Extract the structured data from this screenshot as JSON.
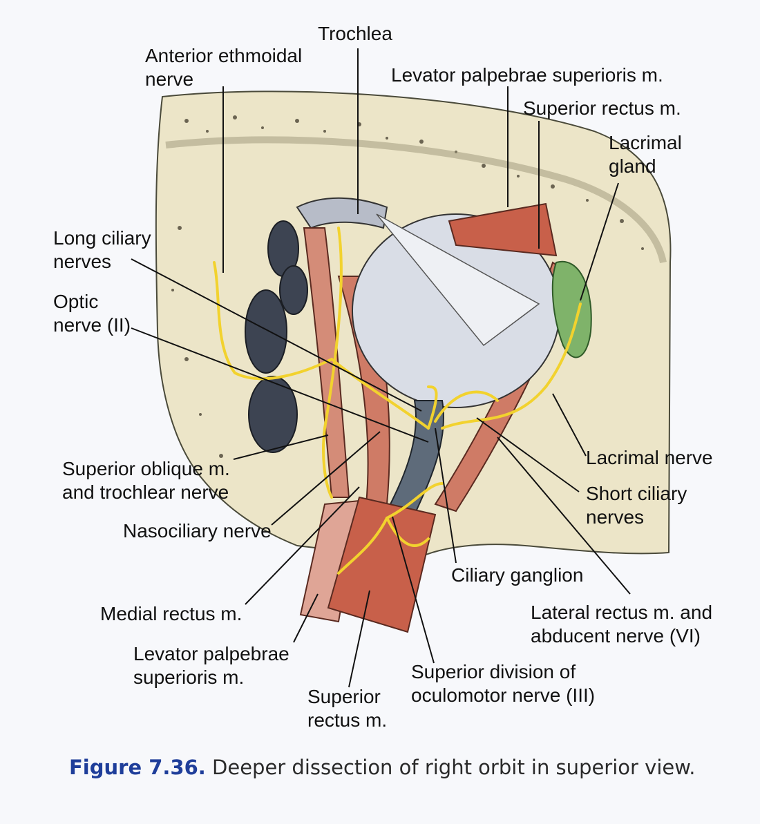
{
  "labels": {
    "trochlea": "Trochlea",
    "anterior_ethmoidal_l1": "Anterior ethmoidal",
    "anterior_ethmoidal_l2": "nerve",
    "levator_top": "Levator palpebrae superioris m.",
    "superior_rectus_top": "Superior rectus m.",
    "lacrimal_gland_l1": "Lacrimal",
    "lacrimal_gland_l2": "gland",
    "long_ciliary_l1": "Long ciliary",
    "long_ciliary_l2": "nerves",
    "optic_l1": "Optic",
    "optic_l2": "nerve (II)",
    "superior_oblique_l1": "Superior oblique m.",
    "superior_oblique_l2": "and trochlear nerve",
    "nasociliary": "Nasociliary nerve",
    "lacrimal_nerve": "Lacrimal nerve",
    "short_ciliary_l1": "Short ciliary",
    "short_ciliary_l2": "nerves",
    "ciliary_ganglion": "Ciliary ganglion",
    "medial_rectus": "Medial rectus m.",
    "lateral_rectus_l1": "Lateral rectus m. and",
    "lateral_rectus_l2": "abducent nerve (VI)",
    "levator_bottom_l1": "Levator palpebrae",
    "levator_bottom_l2": "superioris m.",
    "superior_division_l1": "Superior division of",
    "superior_division_l2": "oculomotor nerve (III)",
    "superior_rectus_bottom_l1": "Superior",
    "superior_rectus_bottom_l2": "rectus m."
  },
  "caption": {
    "figure": "Figure 7.36.",
    "text": "Deeper dissection of right orbit in superior view."
  },
  "colors": {
    "bone": "#ece5c8",
    "muscle": "#c8604a",
    "nerve": "#f2d22e",
    "gland": "#7fb36a",
    "globe": "#d9dde6",
    "caption_blue": "#1f3e9a"
  }
}
